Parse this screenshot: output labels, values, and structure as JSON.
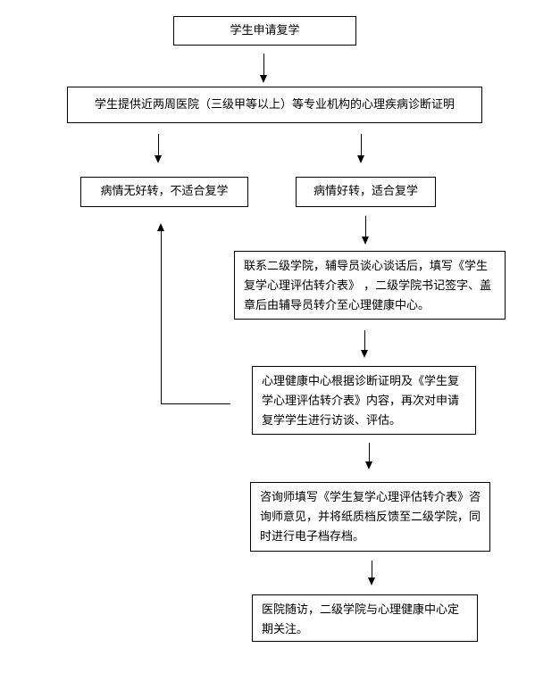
{
  "flowchart": {
    "start": "学生申请复学",
    "certificate": "学生提供近两周医院（三级甲等以上）等专业机构的心理疾病诊断证明",
    "not_suitable": "病情无好转，不适合复学",
    "suitable": "病情好转，适合复学",
    "contact": "联系二级学院，辅导员谈心谈话后，填写《学生复学心理评估转介表》 ，二级学院书记签字、盖章后由辅导员转介至心理健康中心。",
    "center_review": "心理健康中心根据诊断证明及《学生复学心理评估转介表》内容，再次对申请复学学生进行访谈、评估。",
    "counselor": "咨询师填写《学生复学心理评估转介表》咨询师意见，并将纸质档反馈至二级学院，同时进行电子档存档。",
    "follow_up": "医院随访，二级学院与心理健康中心定期关注。"
  }
}
